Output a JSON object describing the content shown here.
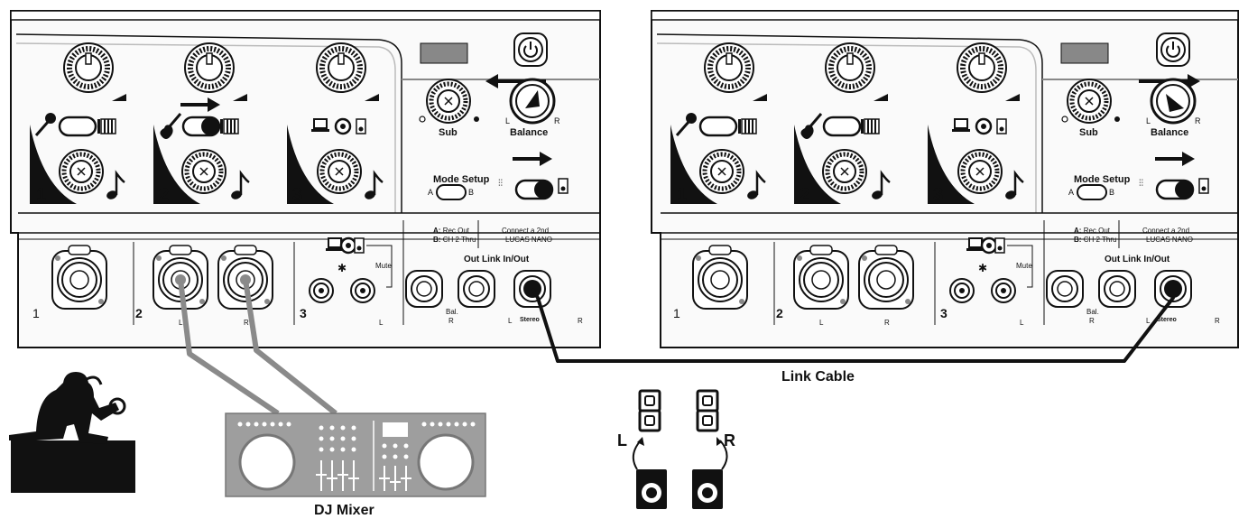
{
  "units": [
    {
      "channels": [
        {
          "number": "1",
          "input_icon": "microphone-icon",
          "output_icon": "keyboard-icon",
          "toggle_on": false
        },
        {
          "number": "2",
          "input_icon": "guitar-icon",
          "output_icon": "keyboard-icon",
          "toggle_on": true,
          "arrow": true
        },
        {
          "number": "3",
          "input_icon": "laptop-icon",
          "output_icon": "phone-icon",
          "toggle_on": false
        }
      ],
      "sub_label": "Sub",
      "balance_label": "Balance",
      "balance_l": "L",
      "balance_r": "R",
      "mode_setup_label": "Mode Setup",
      "mode_a": "A",
      "mode_b": "B",
      "info_a_key": "A:",
      "info_a_text": "Rec Out",
      "info_b_key": "B:",
      "info_b_text": "CH 2 Thru",
      "connect_text_1": "Connect a 2nd",
      "connect_text_2": "LUCAS NANO",
      "mute_label": "Mute",
      "out_link_label": "Out Link In/Out",
      "bal_label": "Bal.",
      "jack_r_label": "R",
      "jack_l_label": "L",
      "stereo_label": "Stereo",
      "stereo_r_label": "R",
      "ch2_l": "L",
      "ch2_r": "R",
      "ch3_l": "L"
    },
    {
      "channels": [
        {
          "number": "1",
          "input_icon": "microphone-icon",
          "output_icon": "keyboard-icon",
          "toggle_on": false
        },
        {
          "number": "2",
          "input_icon": "guitar-icon",
          "output_icon": "keyboard-icon",
          "toggle_on": false
        },
        {
          "number": "3",
          "input_icon": "laptop-icon",
          "output_icon": "phone-icon",
          "toggle_on": false
        }
      ],
      "sub_label": "Sub",
      "balance_label": "Balance",
      "balance_l": "L",
      "balance_r": "R",
      "mode_setup_label": "Mode Setup",
      "mode_a": "A",
      "mode_b": "B",
      "info_a_key": "A:",
      "info_a_text": "Rec Out",
      "info_b_key": "B:",
      "info_b_text": "CH 2 Thru",
      "connect_text_1": "Connect a 2nd",
      "connect_text_2": "LUCAS NANO",
      "mute_label": "Mute",
      "out_link_label": "Out Link In/Out",
      "bal_label": "Bal.",
      "jack_r_label": "R",
      "jack_l_label": "L",
      "stereo_label": "Stereo",
      "stereo_r_label": "R",
      "ch2_l": "L",
      "ch2_r": "R",
      "ch3_l": "L"
    }
  ],
  "link_cable_label": "Link Cable",
  "dj_mixer_label": "DJ Mixer",
  "speakers_left_label": "L",
  "speakers_right_label": "R",
  "colors": {
    "cable_gray": "#8a8a8a",
    "cable_black": "#111111",
    "panel_fill": "#fafafa",
    "mixer_fill": "#9e9e9e"
  }
}
